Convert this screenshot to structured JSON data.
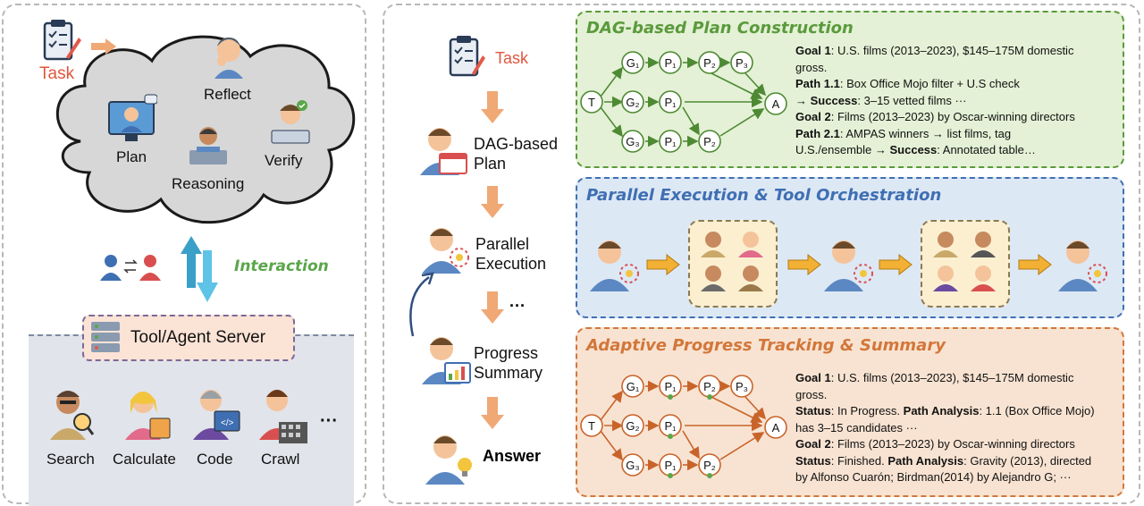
{
  "left": {
    "task_label": "Task",
    "cloud_items": {
      "reflect": "Reflect",
      "plan": "Plan",
      "verify": "Verify",
      "reasoning": "Reasoning"
    },
    "interaction_label": "Interaction",
    "server_label": "Tool/Agent Server",
    "tools": [
      "Search",
      "Calculate",
      "Code",
      "Crawl",
      "···"
    ]
  },
  "flow": {
    "steps": [
      "Task",
      "DAG-based\nPlan",
      "Parallel\nExecution",
      "Progress\nSummary",
      "Answer"
    ],
    "ellipsis": "···"
  },
  "boxes": {
    "dag": {
      "title": "DAG-based Plan Construction",
      "color": "#5a9a3c",
      "fill": "#e4f1d6"
    },
    "parallel": {
      "title": "Parallel Execution & Tool Orchestration",
      "color": "#3f6fb3",
      "fill": "#dde8f5"
    },
    "progress": {
      "title": "Adaptive Progress Tracking & Summary",
      "color": "#d2773a",
      "fill": "#f8e3d2"
    }
  },
  "nodes": {
    "T": "T",
    "A": "A",
    "G1": "G₁",
    "G2": "G₂",
    "G3": "G₃",
    "P1": "P₁",
    "P2": "P₂",
    "P3": "P₃"
  },
  "dag_text": [
    {
      "b": "Goal 1",
      "t": ": U.S. films (2013–2023), $145–175M domestic"
    },
    {
      "b": "",
      "t": "gross."
    },
    {
      "b": "Path 1.1",
      "t": ": Box Office Mojo filter + U.S check"
    },
    {
      "b": "",
      "t": "→ ",
      "b2": "Success",
      "t2": ": 3–15 vetted films ···"
    },
    {
      "b": "Goal 2",
      "t": ": Films (2013–2023) by Oscar-winning directors"
    },
    {
      "b": "Path 2.1",
      "t": ": AMPAS winners → list films, tag"
    },
    {
      "b": "",
      "t": "U.S./ensemble → ",
      "b2": "Success",
      "t2": ": Annotated table…"
    }
  ],
  "progress_text": [
    {
      "b": "Goal 1",
      "t": ": U.S. films (2013–2023), $145–175M domestic"
    },
    {
      "b": "",
      "t": "gross."
    },
    {
      "b": "Status",
      "t": ": In Progress. ",
      "b2": "Path Analysis",
      "t2": ": 1.1 (Box Office Mojo)"
    },
    {
      "b": "",
      "t": "has 3–15 candidates ···"
    },
    {
      "b": "Goal 2",
      "t": ": Films (2013–2023) by Oscar-winning directors"
    },
    {
      "b": "Status",
      "t": ": Finished. ",
      "b2": "Path Analysis",
      "t2": ": Gravity (2013), directed"
    },
    {
      "b": "",
      "t": "by Alfonso Cuarón; Birdman(2014) by Alejandro G; ···"
    }
  ]
}
